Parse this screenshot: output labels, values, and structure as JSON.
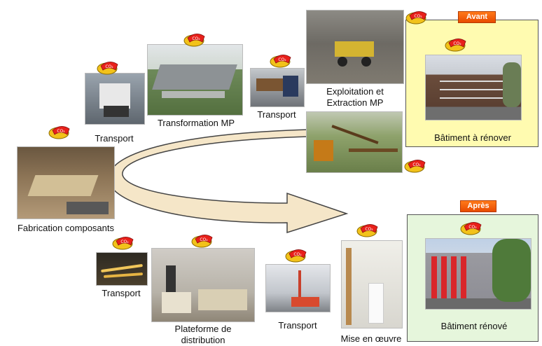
{
  "labels": {
    "transport_truck": "Transport",
    "transformation": "Transformation MP",
    "transport_logtruck": "Transport",
    "exploitation": "Exploitation et\nExtraction MP",
    "fabrication": "Fabrication composants",
    "transport_lower_left": "Transport",
    "plateforme": "Plateforme de\ndistribution",
    "transport_crane": "Transport",
    "mise_en_oeuvre": "Mise en œuvre"
  },
  "before": {
    "tag": "Avant",
    "caption": "Bâtiment à rénover",
    "bg": "#fffbb0"
  },
  "after": {
    "tag": "Après",
    "caption": "Bâtiment rénové",
    "bg": "#e6f6dc"
  },
  "co2_badge": {
    "icon": "co2-emission-icon",
    "text": "CO₂",
    "color": "#e8201a"
  },
  "colors": {
    "arrow_fill": "#f5e6c8",
    "arrow_stroke": "#444444"
  }
}
